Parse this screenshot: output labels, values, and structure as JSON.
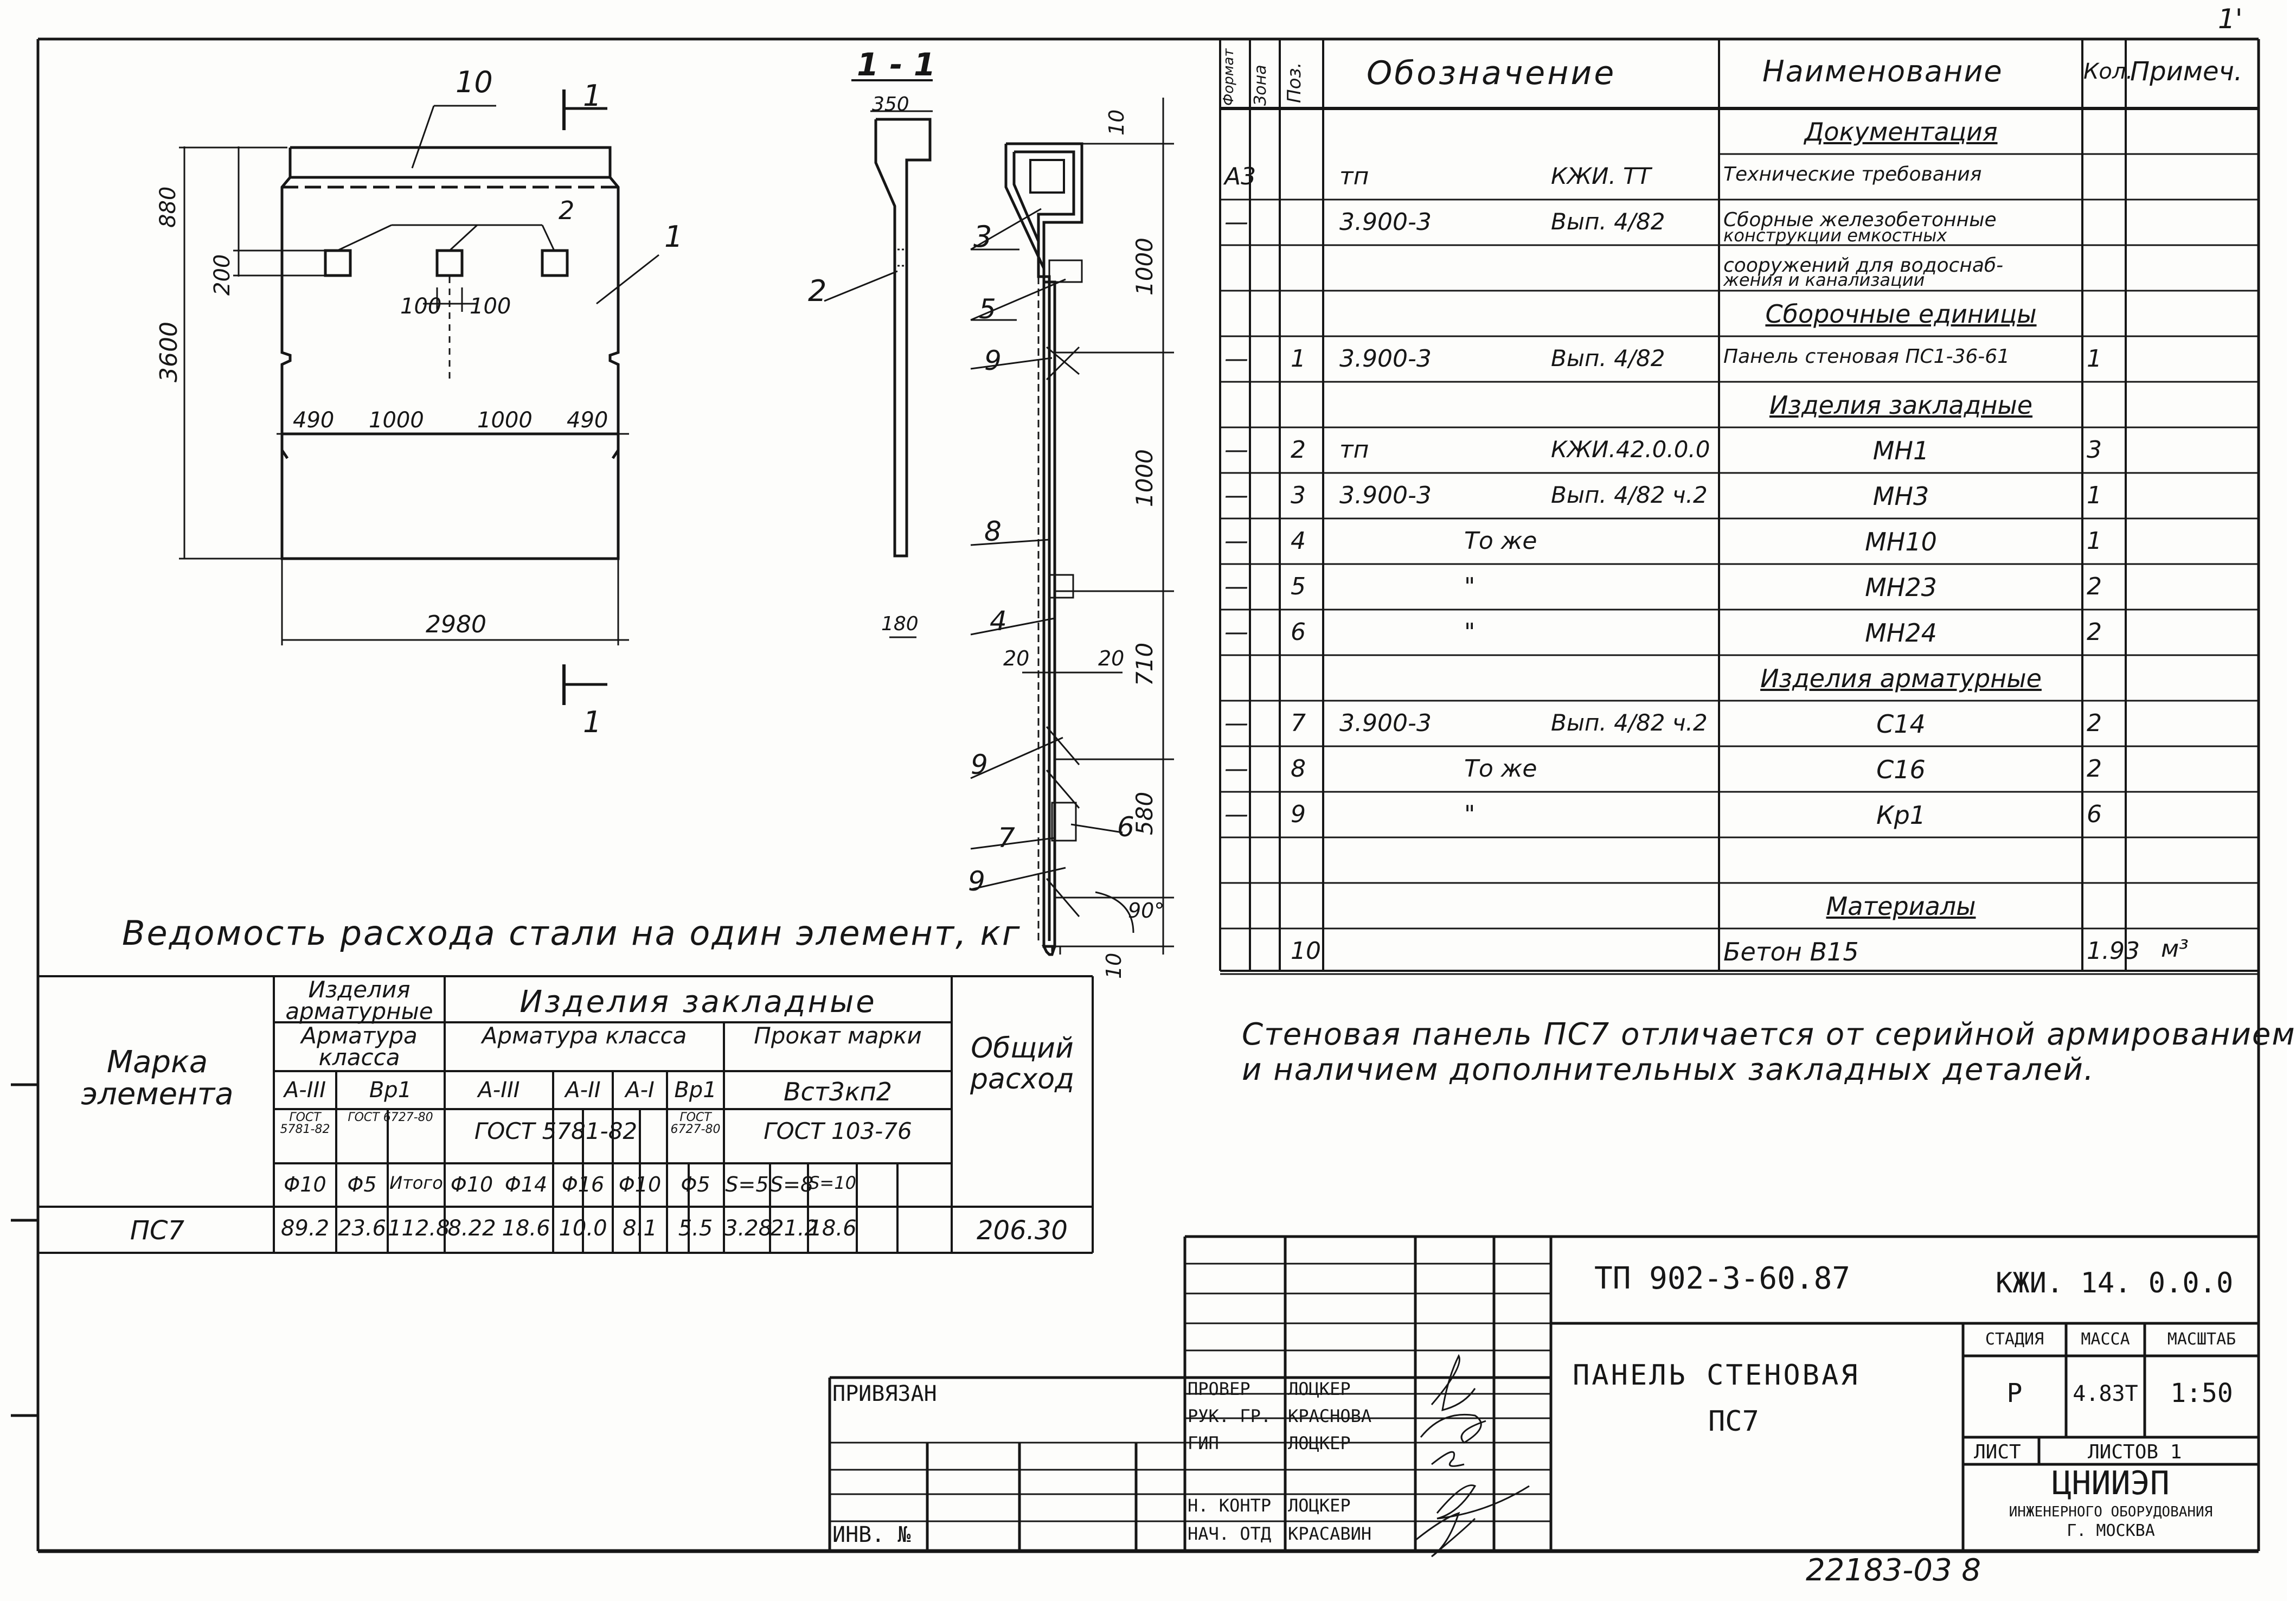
{
  "sheet": {
    "corner_mark": "1'",
    "bottom_number": "22183-03 8"
  },
  "plan": {
    "mark_10": "10",
    "mark_1": "1",
    "mark_2": "2",
    "section_mark_top": "1",
    "section_mark_bottom": "1",
    "dim_880": "880",
    "dim_200": "200",
    "dim_3600": "3600",
    "dim_100_left": "100",
    "dim_100_right": "100",
    "dim_490_left": "490",
    "dim_1000_left": "1000",
    "dim_1000_right": "1000",
    "dim_490_right": "490",
    "dim_2980": "2980"
  },
  "section": {
    "title": "1 - 1",
    "dim_350": "350",
    "dim_180": "180",
    "mark_2": "2"
  },
  "detail": {
    "dim_10_top": "10",
    "dim_1000_a": "1000",
    "dim_1000_b": "1000",
    "dim_710": "710",
    "dim_580": "580",
    "dim_10_bottom": "10",
    "dim_20_left": "20",
    "dim_20_right": "20",
    "angle": "90°",
    "mark_3": "3",
    "mark_5": "5",
    "mark_9a": "9",
    "mark_8": "8",
    "mark_4": "4",
    "mark_9b": "9",
    "mark_7": "7",
    "mark_6": "6",
    "mark_9c": "9"
  },
  "spec": {
    "headers": {
      "format": "Формат",
      "zone": "Зона",
      "pos": "Поз.",
      "designation": "Обозначение",
      "name": "Наименование",
      "qty": "Кол.",
      "note": "Примеч."
    },
    "rows": [
      {
        "fmt": "",
        "pos": "",
        "d1": "",
        "d2": "",
        "name": "Документация",
        "qty": "",
        "note": ""
      },
      {
        "fmt": "А3",
        "pos": "",
        "d1": "тп",
        "d2": "КЖИ. ТТ",
        "name": "Технические требования",
        "qty": "",
        "note": ""
      },
      {
        "fmt": "—",
        "pos": "",
        "d1": "3.900-3",
        "d2": "Вып. 4/82",
        "name": "Сборные железобетонные",
        "qty": "",
        "note": ""
      },
      {
        "fmt": "",
        "pos": "",
        "d1": "",
        "d2": "",
        "name": "сооружений для водоснаб-",
        "qty": "",
        "note": ""
      },
      {
        "fmt": "",
        "pos": "",
        "d1": "",
        "d2": "",
        "name": "Сборочные единицы",
        "qty": "",
        "note": ""
      },
      {
        "fmt": "—",
        "pos": "1",
        "d1": "3.900-3",
        "d2": "Вып. 4/82",
        "name": "Панель стеновая ПС1-36-61",
        "qty": "1",
        "note": ""
      },
      {
        "fmt": "",
        "pos": "",
        "d1": "",
        "d2": "",
        "name": "Изделия закладные",
        "qty": "",
        "note": ""
      },
      {
        "fmt": "—",
        "pos": "2",
        "d1": "тп",
        "d2": "КЖИ.42.0.0.0",
        "name": "МН1",
        "qty": "3",
        "note": ""
      },
      {
        "fmt": "—",
        "pos": "3",
        "d1": "3.900-3",
        "d2": "Вып. 4/82 ч.2",
        "name": "МН3",
        "qty": "1",
        "note": ""
      },
      {
        "fmt": "—",
        "pos": "4",
        "d1": "То же",
        "d2": "",
        "name": "МН10",
        "qty": "1",
        "note": ""
      },
      {
        "fmt": "—",
        "pos": "5",
        "d1": "\"",
        "d2": "",
        "name": "МН23",
        "qty": "2",
        "note": ""
      },
      {
        "fmt": "—",
        "pos": "6",
        "d1": "\"",
        "d2": "",
        "name": "МН24",
        "qty": "2",
        "note": ""
      },
      {
        "fmt": "",
        "pos": "",
        "d1": "",
        "d2": "",
        "name": "Изделия арматурные",
        "qty": "",
        "note": ""
      },
      {
        "fmt": "—",
        "pos": "7",
        "d1": "3.900-3",
        "d2": "Вып. 4/82 ч.2",
        "name": "С14",
        "qty": "2",
        "note": ""
      },
      {
        "fmt": "—",
        "pos": "8",
        "d1": "То же",
        "d2": "",
        "name": "С16",
        "qty": "2",
        "note": ""
      },
      {
        "fmt": "—",
        "pos": "9",
        "d1": "\"",
        "d2": "",
        "name": "Кр1",
        "qty": "6",
        "note": ""
      },
      {
        "fmt": "",
        "pos": "",
        "d1": "",
        "d2": "",
        "name": "",
        "qty": "",
        "note": ""
      },
      {
        "fmt": "",
        "pos": "",
        "d1": "",
        "d2": "",
        "name": "Материалы",
        "qty": "",
        "note": ""
      },
      {
        "fmt": "",
        "pos": "10",
        "d1": "",
        "d2": "",
        "name": "Бетон В15",
        "qty": "1.93",
        "note": "м³"
      }
    ],
    "row3_name_line2": "конструкции емкостных",
    "row4_name_line2": "жения и канализации"
  },
  "note_text": {
    "line1": "Стеновая панель ПС7 отличается от серийной армированием",
    "line2": "и наличием дополнительных закладных деталей."
  },
  "steel": {
    "title": "Ведомость расхода стали на один элемент, кг",
    "mark_header": "Марка элемента",
    "group_armature": "Изделия арматурные",
    "group_embedded": "Изделия закладные",
    "sub_arm_class_1": "Арматура класса",
    "sub_arm_class_2": "Арматура класса",
    "sub_rolled": "Прокат марки",
    "total_header": "Общий расход",
    "classes": [
      "А-III",
      "Вр1",
      "А-III",
      "А-II",
      "А-I",
      "Вр1",
      "Вст3кп2"
    ],
    "gosts": [
      "ГОСТ 5781-82",
      "ГОСТ 6727-80",
      "ГОСТ 5781-82",
      "ГОСТ 6727-80",
      "ГОСТ 103-76"
    ],
    "diameters": [
      "Φ10",
      "Φ5",
      "Итого",
      "Φ10",
      "Φ14",
      "Φ16",
      "Φ10",
      "Φ5",
      "S=5",
      "S=8",
      "S=10"
    ],
    "row": {
      "mark": "ПС7",
      "values": [
        "89.2",
        "23.6",
        "112.8",
        "8.22",
        "18.6",
        "10.0",
        "8.1",
        "5.5",
        "3.28",
        "21.2",
        "18.6"
      ],
      "total": "206.30"
    }
  },
  "titleblock": {
    "doc_number": "ТП 902-3-60.87",
    "code": "КЖИ. 14. 0.0.0",
    "title_line1": "ПАНЕЛЬ СТЕНОВАЯ",
    "title_line2": "ПС7",
    "stage_label": "Стадия",
    "mass_label": "Масса",
    "scale_label": "Масштаб",
    "stage": "Р",
    "mass": "4.83т",
    "scale": "1:50",
    "sheet_label": "Лист",
    "sheets_label": "Листов 1",
    "org_name": "ЦНИИЭП",
    "org_sub1": "ИНЖЕНЕРНОГО ОБОРУДОВАНИЯ",
    "org_sub2": "Г. МОСКВА",
    "privyazan": "ПРИВЯЗАН",
    "inv": "ИНВ. №",
    "roles": [
      "ПРОВЕР",
      "РУК. ГР.",
      "ГИП",
      "",
      "Н. КОНТР",
      "НАЧ. ОТД"
    ],
    "names": [
      "ЛОЦКЕР",
      "КРАСНОВА",
      "ЛОЦКЕР",
      "",
      "ЛОЦКЕР",
      "КРАСАВИН"
    ]
  }
}
